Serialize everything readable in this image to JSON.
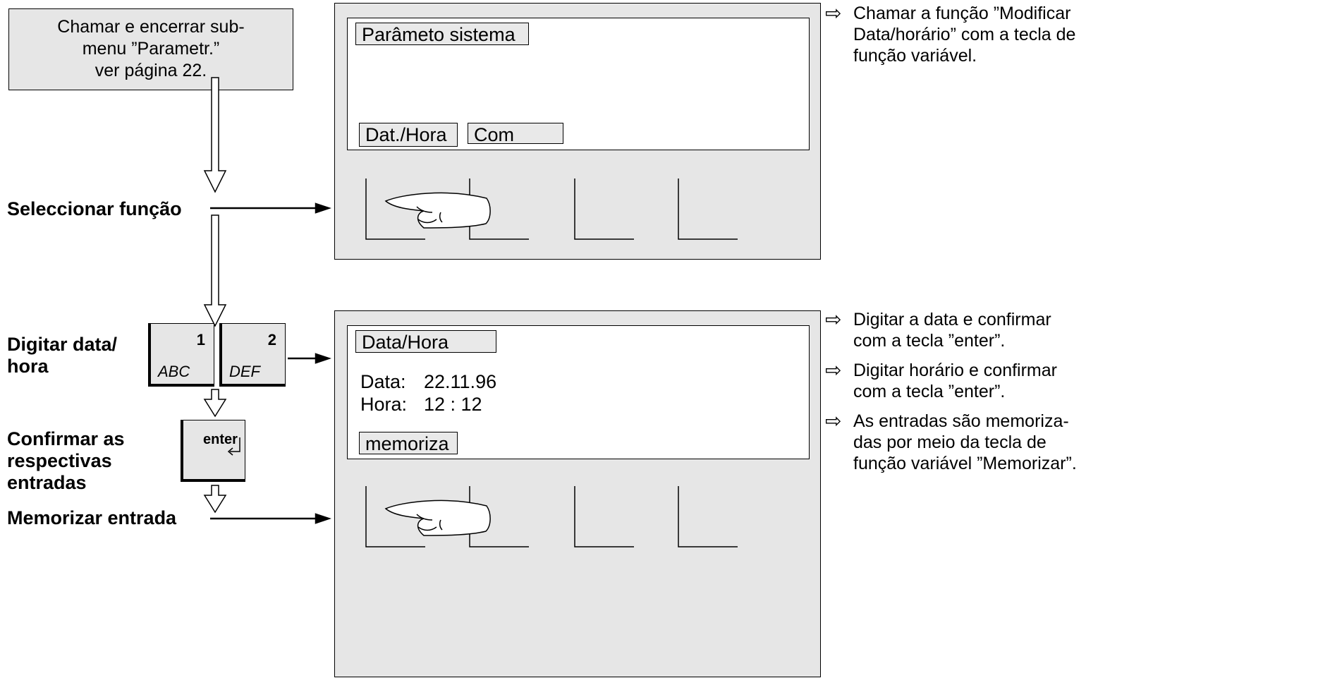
{
  "top_note": {
    "lines": [
      "Chamar e encerrar sub-",
      "menu ”Parametr.”",
      "ver página 22."
    ]
  },
  "labels": {
    "select_function": "Seleccionar função",
    "enter_datetime_1": "Digitar data/",
    "enter_datetime_2": "hora",
    "confirm_1": "Confirmar as",
    "confirm_2": "respectivas",
    "confirm_3": "entradas",
    "store_entry": "Memorizar entrada"
  },
  "screen1": {
    "title": "Parâmeto sistema",
    "softkeys": [
      "Dat./Hora",
      "Com"
    ]
  },
  "screen2": {
    "title": "Data/Hora",
    "date_label": "Data:",
    "date_value": "22.11.96",
    "time_label": "Hora:",
    "time_value": "12 : 12",
    "softkey": "memoriza"
  },
  "keys": [
    {
      "number": "1",
      "letters": "ABC"
    },
    {
      "number": "2",
      "letters": "DEF"
    }
  ],
  "enter_key": "enter",
  "notes": {
    "note1": [
      "Chamar a função ”Modificar",
      "Data/horário” com a tecla de",
      "função variável."
    ],
    "note2": [
      "Digitar a data e confirmar",
      "com a tecla ”enter”."
    ],
    "note3": [
      "Digitar horário e confirmar",
      "com a tecla ”enter”."
    ],
    "note4": [
      "As entradas são memoriza-",
      "das por meio da tecla de",
      "função variável ”Memorizar”."
    ]
  },
  "arrow_glyph": "⇨"
}
